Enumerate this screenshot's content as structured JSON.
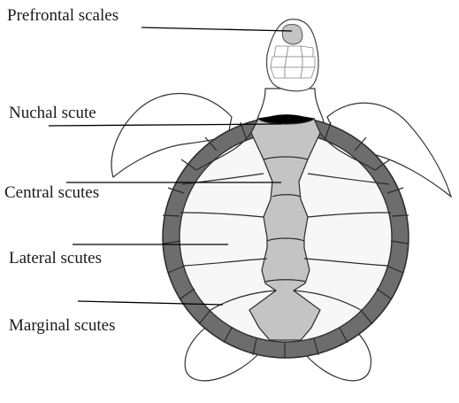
{
  "labels": {
    "prefrontal": "Prefrontal scales",
    "nuchal": "Nuchal scute",
    "central": "Central scutes",
    "lateral": "Lateral scutes",
    "marginal": "Marginal scutes"
  },
  "colors": {
    "outline": "#333333",
    "marginal_fill": "#6d6d6d",
    "central_fill": "#c4c4c4",
    "nuchal_fill": "#000000",
    "lateral_fill": "#f7f7f7",
    "skin_fill": "#ffffff"
  }
}
